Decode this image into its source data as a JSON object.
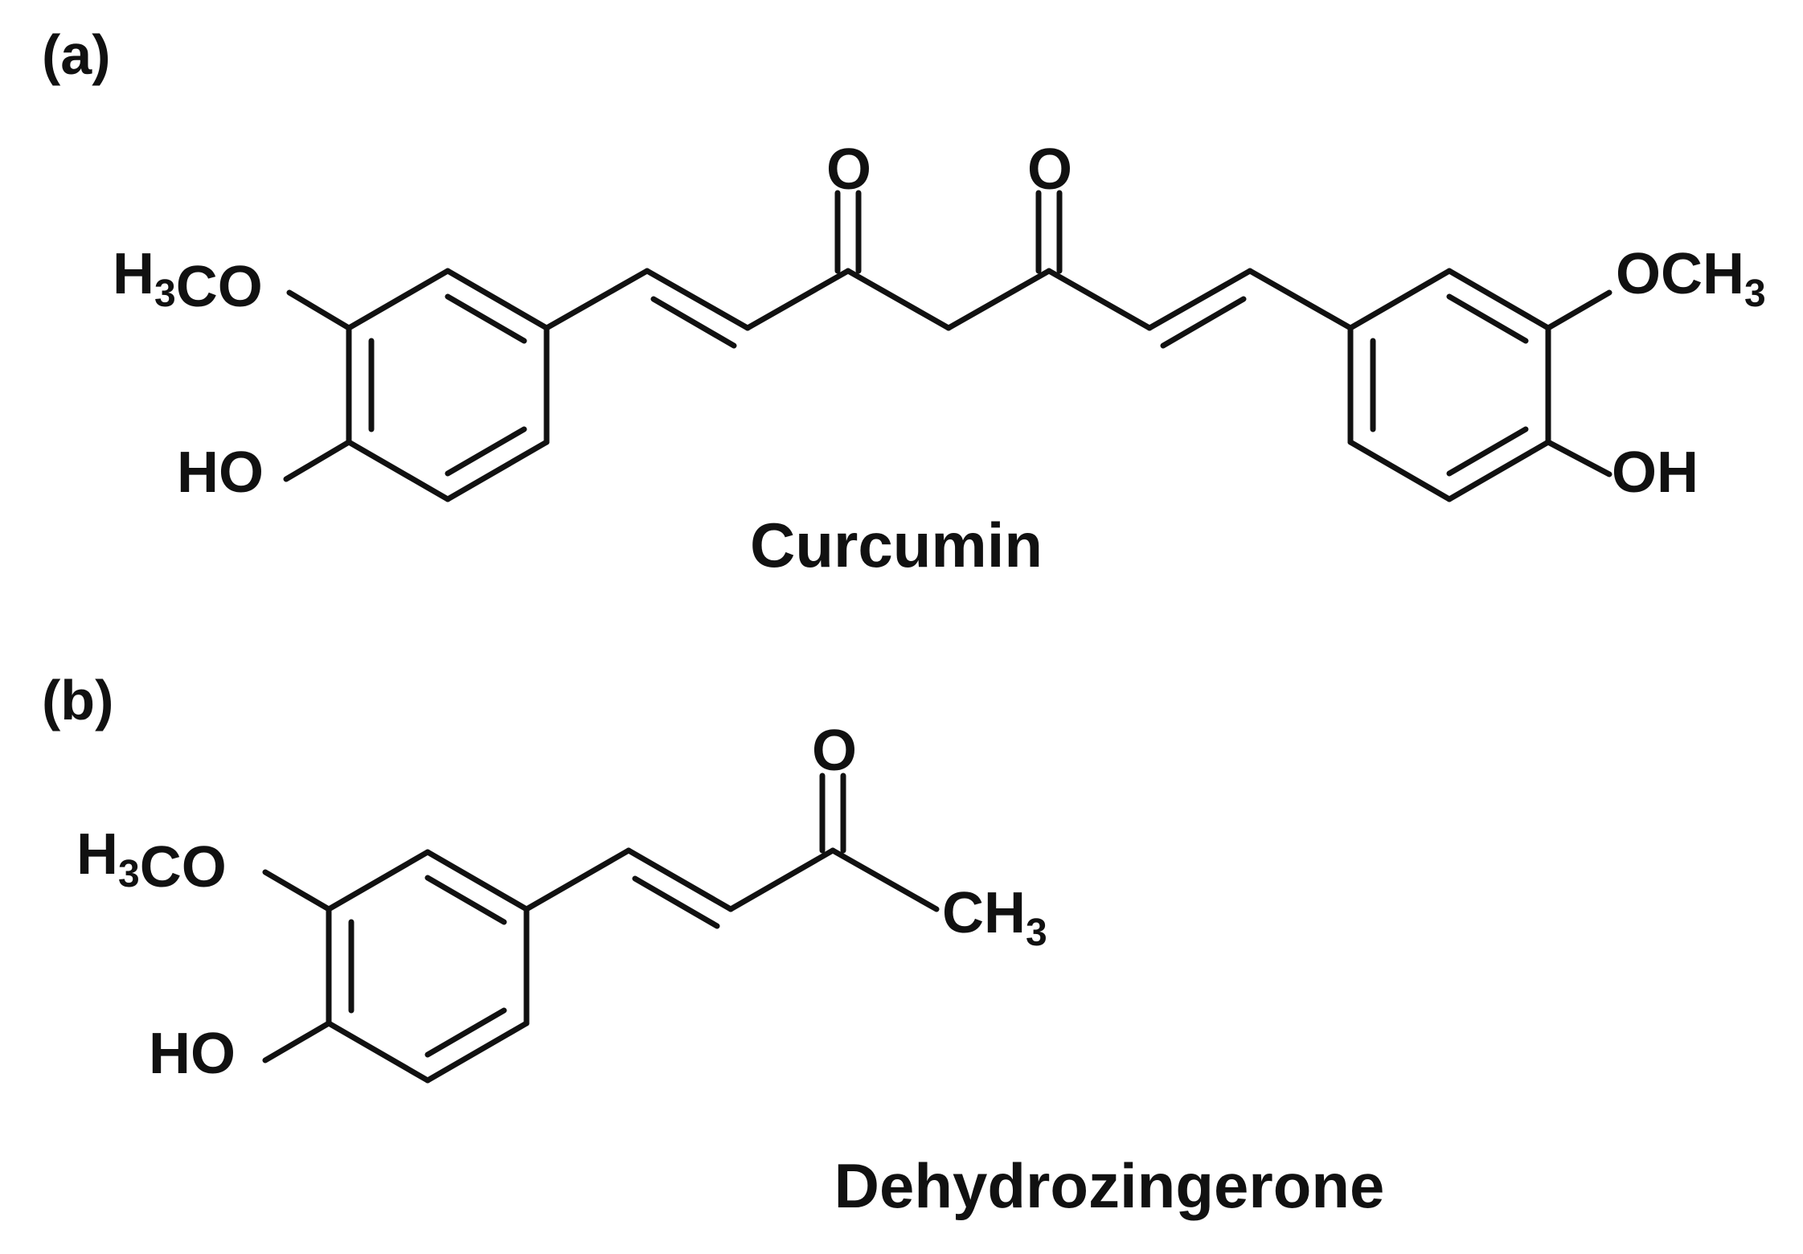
{
  "panels": [
    {
      "label": "(a)",
      "name": "Curcumin",
      "atoms": {
        "methoxy_left": "H3CO",
        "hydroxy_left": "HO",
        "carbonyl_1": "O",
        "carbonyl_2": "O",
        "methoxy_right": "OCH3",
        "hydroxy_right": "OH"
      }
    },
    {
      "label": "(b)",
      "name": "Dehydrozingerone",
      "atoms": {
        "methoxy": "H3CO",
        "hydroxy": "HO",
        "carbonyl": "O",
        "methyl": "CH3"
      }
    }
  ],
  "colors": {
    "ink": "#111111",
    "background": "#ffffff"
  }
}
